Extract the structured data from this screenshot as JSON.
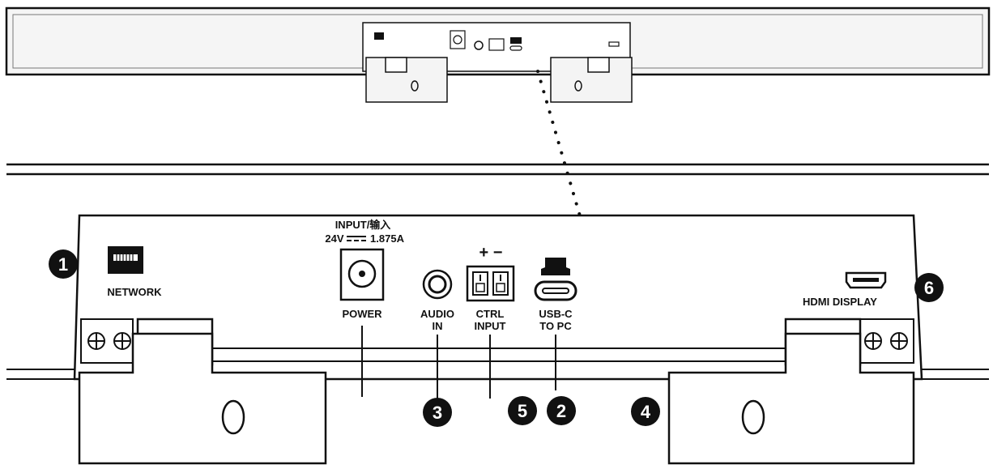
{
  "diagram": {
    "ports": {
      "network": {
        "label": "NETWORK",
        "callout": "1"
      },
      "power": {
        "rating_line1": "INPUT/输入",
        "rating_line2_left": "24V",
        "rating_line2_right": "1.875A",
        "label": "POWER"
      },
      "audio_in": {
        "label_line1": "AUDIO",
        "label_line2": "IN",
        "callout": "3"
      },
      "ctrl_input": {
        "polarity": "+ −",
        "label_line1": "CTRL",
        "label_line2": "INPUT",
        "callout": "5"
      },
      "usb_c": {
        "label_line1": "USB-C",
        "label_line2": "TO PC",
        "callout": "2"
      },
      "hdmi": {
        "label": "HDMI DISPLAY",
        "callout": "6"
      }
    },
    "bracket_callout": "4",
    "colors": {
      "stroke": "#111111",
      "fill_light": "#ffffff",
      "bar_fill": "#f4f4f4",
      "callout_fill": "#111111"
    }
  }
}
